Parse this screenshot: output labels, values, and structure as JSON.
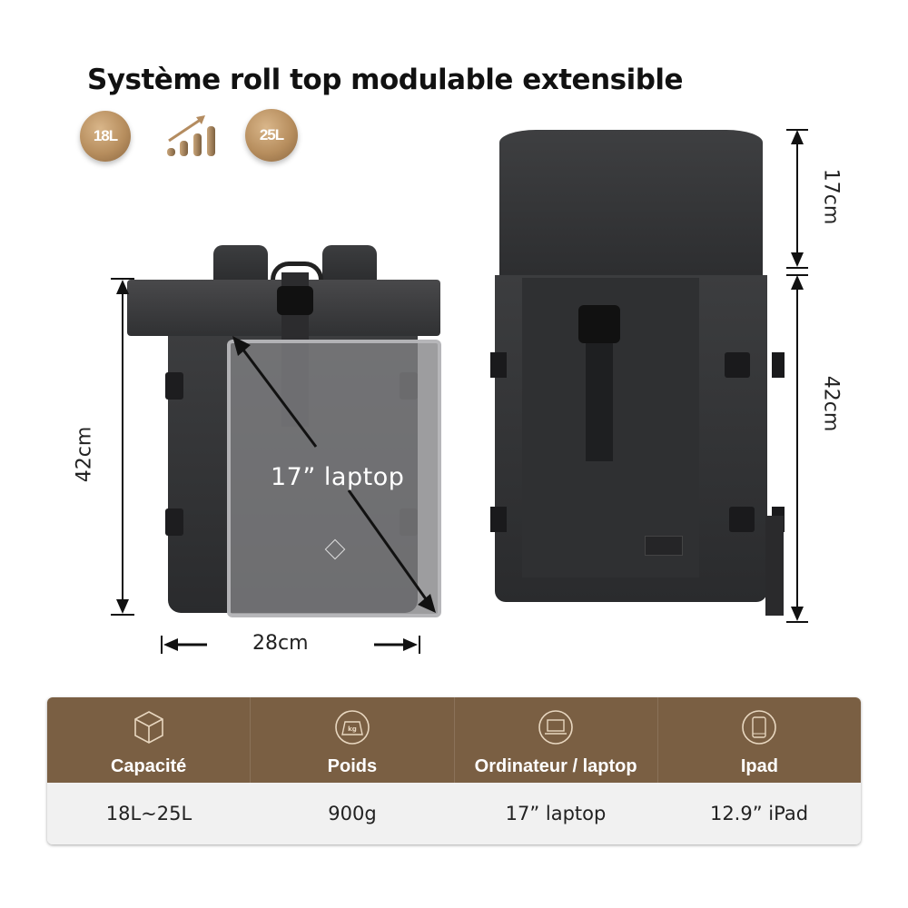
{
  "title": "Système roll top modulable extensible",
  "capacity_badges": {
    "from": "18L",
    "to": "25L",
    "growth_icon": "growth-chart-arrow-icon"
  },
  "colors": {
    "accent_brown": "#7a5f43",
    "coin_gold": "#b78e5e",
    "table_body": "#f1f1f1"
  },
  "left_bag": {
    "height_label": "42cm",
    "width_label": "28cm",
    "laptop_label": "17”  laptop"
  },
  "right_bag": {
    "top_extension_label": "17cm",
    "body_height_label": "42cm"
  },
  "spec_table": {
    "columns": [
      {
        "icon": "cube-icon",
        "header": "Capacité",
        "value": "18L~25L"
      },
      {
        "icon": "weight-scale-icon",
        "header": "Poids",
        "value": "900g"
      },
      {
        "icon": "laptop-icon",
        "header": "Ordinateur / laptop",
        "value": "17”  laptop"
      },
      {
        "icon": "tablet-icon",
        "header": "Ipad",
        "value": "12.9”  iPad"
      }
    ]
  }
}
